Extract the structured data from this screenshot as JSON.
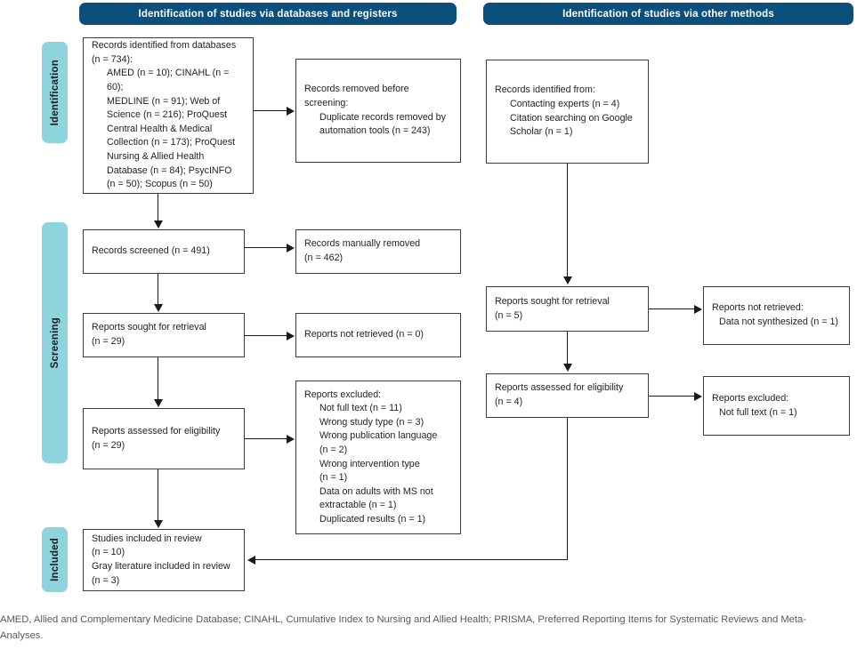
{
  "colors": {
    "header_bar": "#0b4f7d",
    "stage_bar": "#8ed4dc",
    "box_border": "#3b3b3b",
    "connector": "#1a1a1a",
    "text": "#231f20",
    "footnote_text": "#58595b"
  },
  "headers": {
    "left": "Identification of studies via databases and registers",
    "right": "Identification of studies via other methods"
  },
  "stages": {
    "identification": "Identification",
    "screening": "Screening",
    "included": "Included"
  },
  "boxes": {
    "records_identified_databases": {
      "lines": [
        "Records identified from databases",
        "(n = 734):",
        "AMED (n = 10); CINAHL (n = 60);",
        "MEDLINE (n = 91); Web of",
        "Science (n = 216); ProQuest",
        "Central Health & Medical",
        "Collection (n = 173); ProQuest",
        "Nursing & Allied Health",
        "Database (n = 84); PsycINFO",
        "(n = 50); Scopus (n = 50)"
      ]
    },
    "records_removed_before_screening": {
      "lines": [
        "Records removed before",
        "screening:",
        "Duplicate records removed by",
        "automation tools (n = 243)"
      ]
    },
    "records_screened": {
      "lines": [
        "Records screened (n = 491)"
      ]
    },
    "records_manually_removed": {
      "lines": [
        "Records manually removed",
        "(n = 462)"
      ]
    },
    "reports_sought_left": {
      "lines": [
        "Reports sought for retrieval",
        "(n = 29)"
      ]
    },
    "reports_not_retrieved_left": {
      "lines": [
        "Reports not retrieved (n = 0)"
      ]
    },
    "reports_assessed_left": {
      "lines": [
        "Reports assessed for eligibility",
        "(n = 29)"
      ]
    },
    "reports_excluded_left": {
      "lines": [
        "Reports excluded:",
        "Not full text (n = 11)",
        "Wrong study type (n = 3)",
        "Wrong publication language",
        "(n = 2)",
        "Wrong intervention type",
        "(n = 1)",
        "Data on adults with MS not",
        "extractable (n = 1)",
        "Duplicated results (n = 1)"
      ]
    },
    "studies_included": {
      "lines": [
        "Studies included in review",
        "(n = 10)",
        "Gray literature included in review",
        "(n = 3)"
      ]
    },
    "records_identified_other": {
      "lines": [
        "Records identified from:",
        "Contacting experts (n = 4)",
        "Citation searching on Google",
        "Scholar (n = 1)"
      ]
    },
    "reports_sought_right": {
      "lines": [
        "Reports sought for retrieval",
        "(n = 5)"
      ]
    },
    "reports_not_retrieved_right": {
      "lines": [
        "Reports not retrieved:",
        "Data not synthesized (n = 1)"
      ]
    },
    "reports_assessed_right": {
      "lines": [
        "Reports assessed for eligibility",
        "(n = 4)"
      ]
    },
    "reports_excluded_right": {
      "lines": [
        "Reports excluded:",
        "Not full text (n = 1)"
      ]
    }
  },
  "footnote": {
    "text": "AMED, Allied and Complementary Medicine Database; CINAHL, Cumulative Index to Nursing and Allied Health; PRISMA, Preferred Reporting Items for Systematic Reviews and Meta-Analyses."
  }
}
